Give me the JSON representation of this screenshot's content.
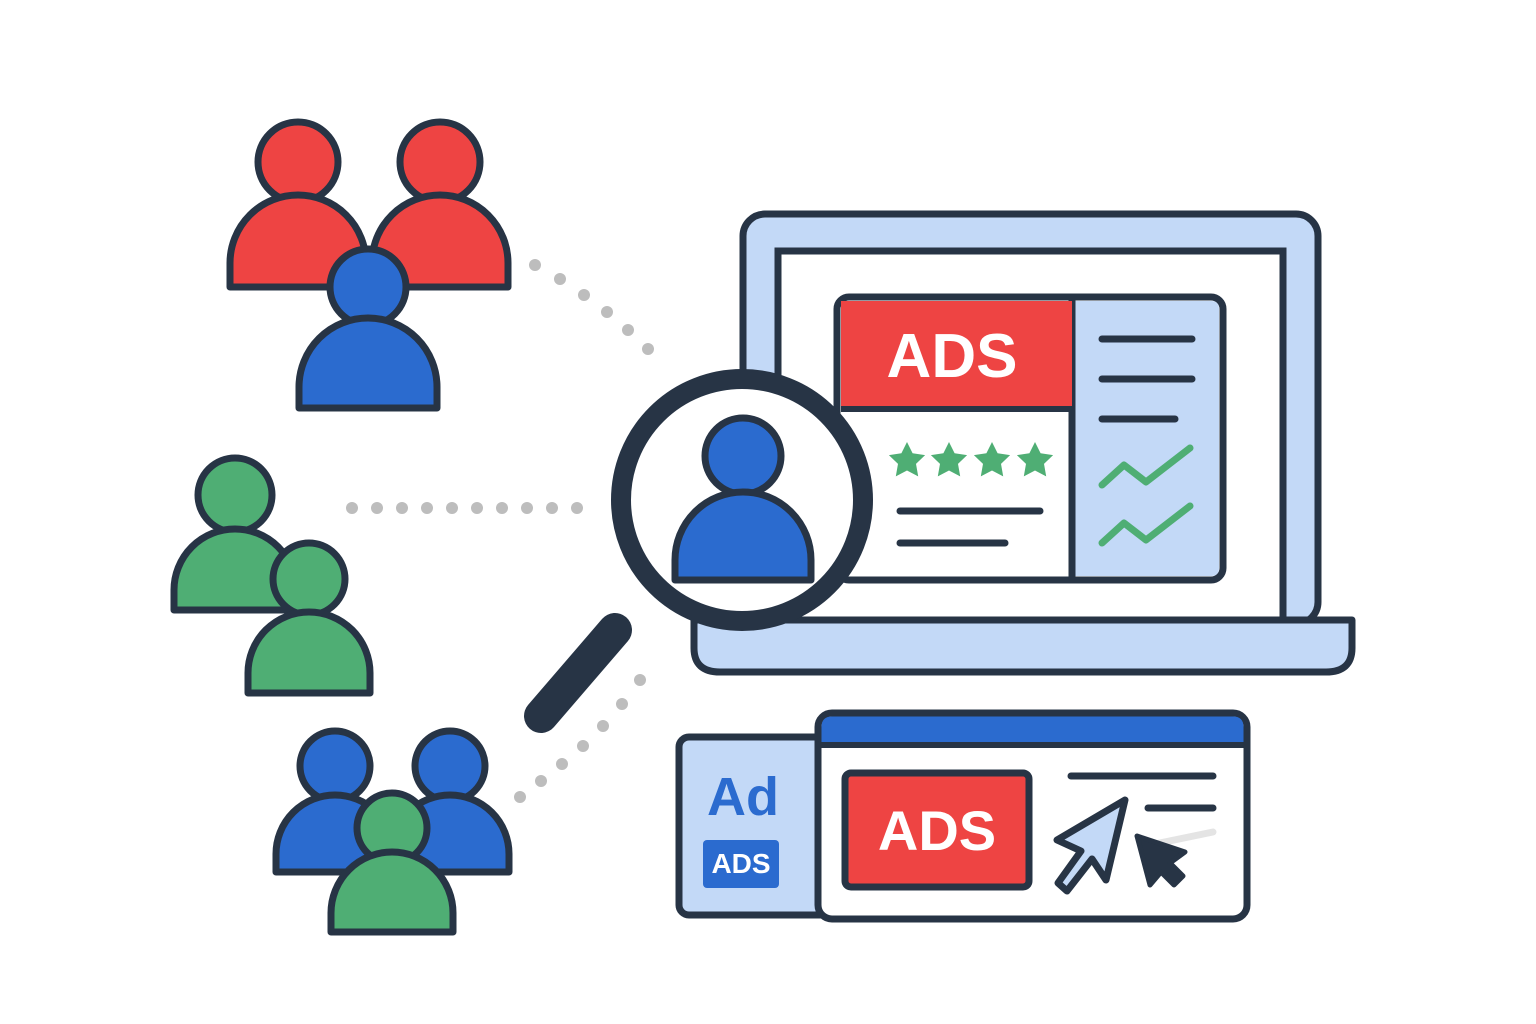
{
  "laptop_ad": {
    "banner": "ADS",
    "rating_stars": 4
  },
  "browser_ad": {
    "banner": "ADS"
  },
  "ad_tile": {
    "big": "Ad",
    "small": "ADS"
  },
  "colors": {
    "outline": "#273445",
    "red": "#ee4443",
    "blue": "#2b6bcf",
    "green": "#4fae74",
    "light_blue": "#c3d9f7",
    "dots": "#bdbdbd"
  }
}
